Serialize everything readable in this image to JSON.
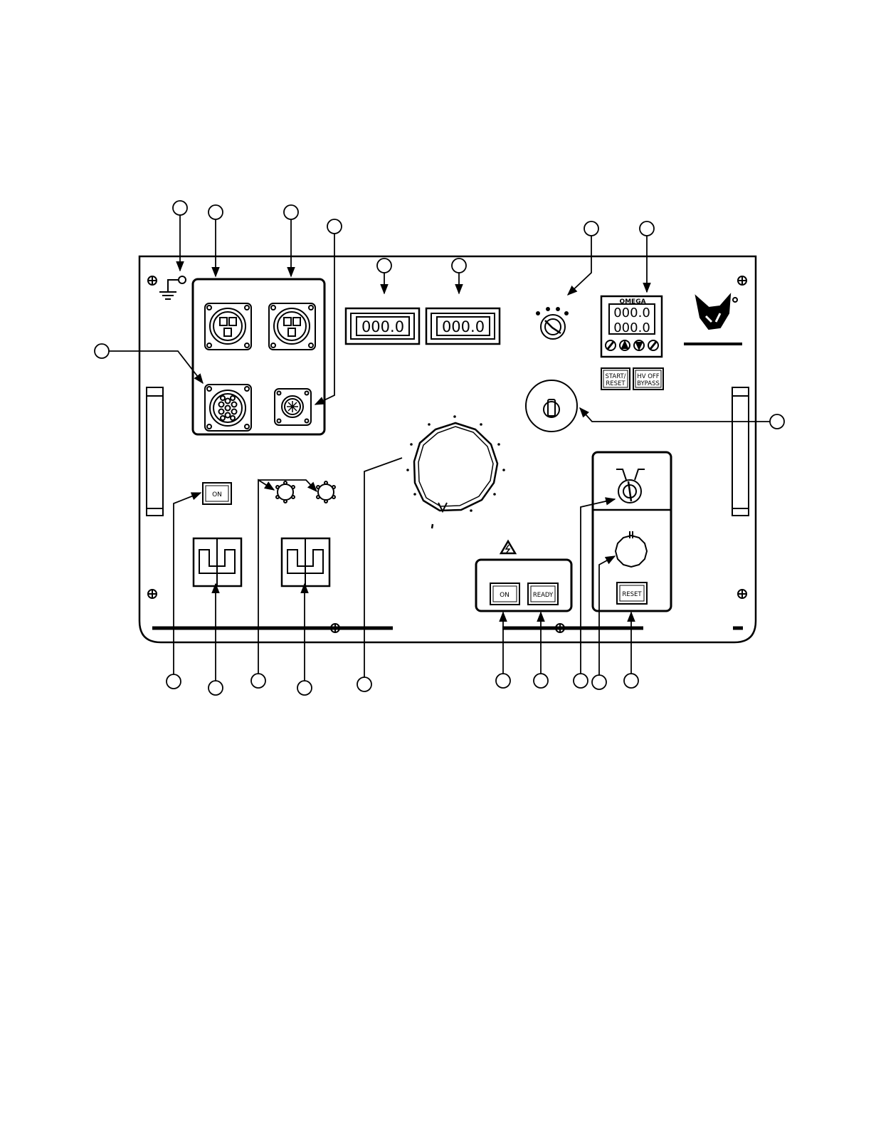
{
  "colors": {
    "ink": "#000000",
    "paper": "#ffffff"
  },
  "panel": {
    "meter_left": "000.0",
    "meter_right": "000.0",
    "controller": {
      "brand": "OMEGA",
      "pv": "000.0",
      "sv": "000.0",
      "key_icons": [
        "left-key-icon",
        "up-key-icon",
        "down-key-icon",
        "right-key-icon"
      ]
    },
    "start_reset_line1": "START/",
    "start_reset_line2": "RESET",
    "hv_bypass_line1": "HV OFF",
    "hv_bypass_line2": "BYPASS",
    "on_left": "ON",
    "on_hv": "ON",
    "ready": "READY",
    "reset": "RESET"
  },
  "icons": [
    "ground-icon",
    "logo-icon",
    "warning-icon",
    "screw-icon"
  ]
}
